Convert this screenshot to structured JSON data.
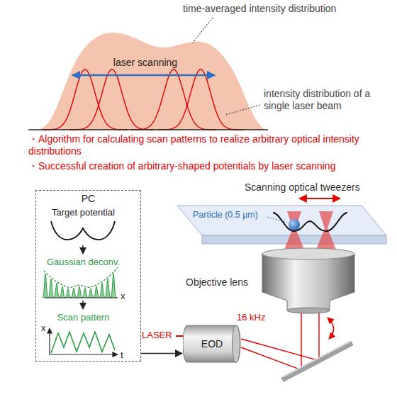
{
  "diagram": {
    "nodes": [
      {
        "text": [
          "PC"
        ]
      },
      {
        "text": [
          "EOD"
        ]
      }
    ],
    "edges": [
      {
        "from": 0,
        "to": 1,
        "arrow": "to"
      }
    ],
    "labels": [
      "time-averaged intensity distribution",
      "laser scanning",
      "intensity distribution of a single laser beam",
      "・Algorithm for calculating scan patterns to realize arbitrary optical intensity distributions",
      "・Successful creation of arbitrary-shaped potentials by laser scanning",
      "Target potential",
      "Gaussian deconv.",
      "x",
      "Scan pattern",
      "x",
      "t",
      "LASER",
      "Scanning optical tweezers",
      "Particle (0.5 µm)",
      "Objective lens",
      "16 kHz"
    ]
  }
}
